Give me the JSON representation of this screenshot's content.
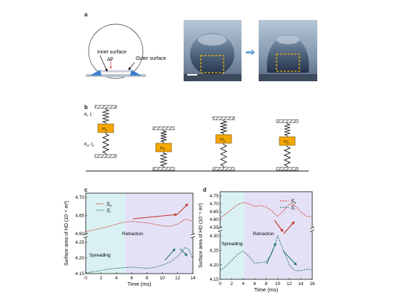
{
  "panels": {
    "a": {
      "letter": "a",
      "inner_surface_label": "Inner surface",
      "outer_surface_label": "Outer surface",
      "delta_p_label": "ΔP"
    },
    "b": {
      "letter": "b",
      "spring_upper_label": "k_i, l_i",
      "spring_upper_k": "k",
      "spring_upper_sub": "i",
      "spring_upper_l": "l",
      "spring_lower_k": "k",
      "spring_lower_sub": "o",
      "spring_lower_l": "l",
      "mass_label": "m",
      "mass_sub": "d"
    },
    "c": {
      "letter": "c"
    },
    "d": {
      "letter": "d"
    }
  },
  "colors": {
    "spring_block": "#f5a800",
    "outer_curve": "#d23a2a",
    "inner_curve": "#1e6b60",
    "spreading_bg": "#d9f1f3",
    "retraction_bg": "#e4e1f6",
    "droplet_bg": "#7b8fa6",
    "dashed_box": "#f5b400",
    "blue_arrow": "#3c7fd0",
    "sub_arrow": "#6aa4d8"
  },
  "chart_data": [
    {
      "type": "line",
      "panel": "c",
      "ylabel": "Surface area of HD (10⁻⁶ m²)",
      "xlabel": "Time (ms)",
      "xlim": [
        0,
        14
      ],
      "xticks": [
        0,
        2,
        4,
        6,
        8,
        10,
        12,
        14
      ],
      "y_upper_range": [
        4.6,
        4.7
      ],
      "y_upper_ticks": [
        4.6,
        4.65,
        4.7
      ],
      "y_lower_range": [
        4.15,
        4.25
      ],
      "y_lower_ticks": [
        4.15,
        4.2,
        4.25
      ],
      "broken_axis": true,
      "legend": [
        {
          "name": "S",
          "sub": "o"
        },
        {
          "name": "S",
          "sub": "i"
        }
      ],
      "regions": [
        {
          "label": "Spreading",
          "x": [
            0,
            5.2
          ]
        },
        {
          "label": "Retraction",
          "x": [
            5.2,
            14
          ]
        }
      ],
      "series": [
        {
          "name": "So",
          "x": [
            0,
            1,
            2,
            3,
            4,
            5,
            6,
            7,
            8,
            9,
            10,
            11,
            12,
            12.6,
            13,
            13.5,
            14
          ],
          "y": [
            4.606,
            4.61,
            4.615,
            4.62,
            4.626,
            4.632,
            4.634,
            4.632,
            4.63,
            4.626,
            4.622,
            4.62,
            4.626,
            4.635,
            4.64,
            4.637,
            4.633
          ]
        },
        {
          "name": "Si",
          "x": [
            0,
            1,
            2,
            3,
            4,
            5,
            6,
            7,
            8,
            9,
            10,
            11,
            12,
            12.6,
            13,
            13.5,
            14
          ],
          "y": [
            4.152,
            4.156,
            4.16,
            4.165,
            4.167,
            4.169,
            4.171,
            4.169,
            4.167,
            4.17,
            4.177,
            4.187,
            4.205,
            4.222,
            4.234,
            4.226,
            4.197
          ]
        }
      ]
    },
    {
      "type": "line",
      "panel": "d",
      "ylabel": "Surface area of HD (10⁻⁶ m²)",
      "xlabel": "Time (ms)",
      "xlim": [
        0,
        16
      ],
      "xticks": [
        0,
        2,
        4,
        6,
        8,
        10,
        12,
        14,
        16
      ],
      "y_upper_range": [
        4.55,
        4.75
      ],
      "y_upper_ticks": [
        4.55,
        4.6,
        4.65,
        4.7,
        4.75
      ],
      "y_lower_range": [
        4.15,
        4.3
      ],
      "y_lower_ticks": [
        4.15,
        4.2,
        4.25,
        4.3
      ],
      "broken_axis": true,
      "legend": [
        {
          "name": "S",
          "sub": "o"
        },
        {
          "name": "S",
          "sub": "i"
        }
      ],
      "regions": [
        {
          "label": "Spreading",
          "x": [
            0,
            4.2
          ]
        },
        {
          "label": "Retraction",
          "x": [
            4.2,
            16
          ]
        }
      ],
      "series": [
        {
          "name": "So",
          "x": [
            0,
            1,
            2,
            3,
            4,
            5,
            6,
            7,
            8,
            9,
            10,
            11,
            12,
            13,
            14,
            15,
            16
          ],
          "y": [
            4.61,
            4.635,
            4.665,
            4.693,
            4.71,
            4.7,
            4.683,
            4.69,
            4.68,
            4.655,
            4.62,
            4.655,
            4.7,
            4.69,
            4.648,
            4.62,
            4.618
          ]
        },
        {
          "name": "Si",
          "x": [
            0,
            1,
            2,
            3,
            4,
            5,
            6,
            7,
            8,
            9,
            10,
            11,
            12,
            13,
            14,
            15,
            16
          ],
          "y": [
            4.18,
            4.195,
            4.215,
            4.235,
            4.248,
            4.23,
            4.205,
            4.208,
            4.21,
            4.24,
            4.3,
            4.25,
            4.2,
            4.18,
            4.18,
            4.185,
            4.183
          ]
        }
      ]
    }
  ]
}
